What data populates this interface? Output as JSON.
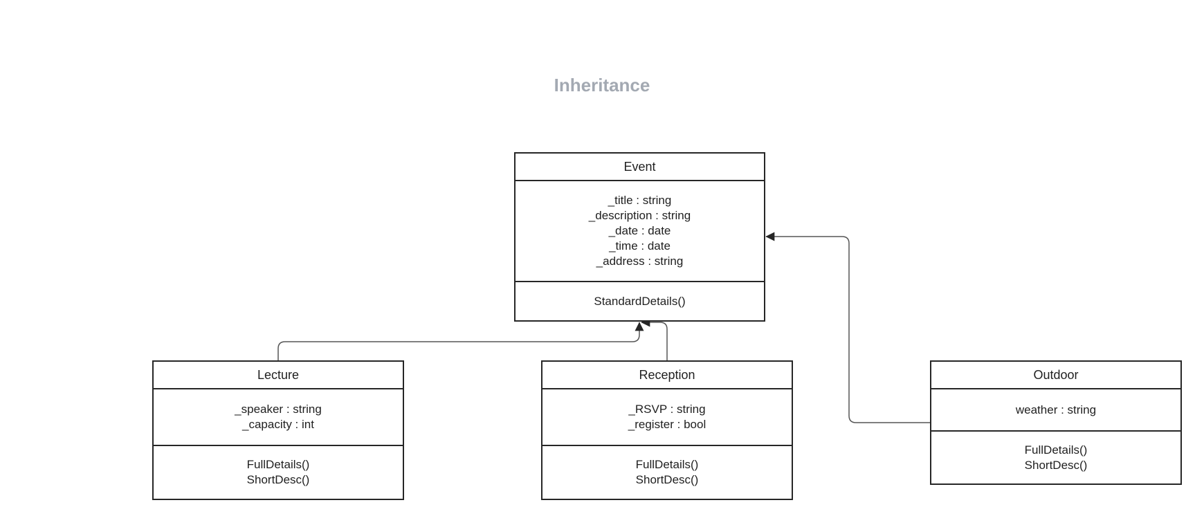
{
  "diagram": {
    "title": "Inheritance",
    "classes": {
      "event": {
        "name": "Event",
        "attributes": [
          "_title : string",
          "_description : string",
          "_date : date",
          "_time : date",
          "_address : string"
        ],
        "methods": [
          "StandardDetails()"
        ]
      },
      "lecture": {
        "name": "Lecture",
        "attributes": [
          "_speaker : string",
          "_capacity : int"
        ],
        "methods": [
          "FullDetails()",
          "ShortDesc()"
        ]
      },
      "reception": {
        "name": "Reception",
        "attributes": [
          "_RSVP : string",
          "_register : bool"
        ],
        "methods": [
          "FullDetails()",
          "ShortDesc()"
        ]
      },
      "outdoor": {
        "name": "Outdoor",
        "attributes": [
          "weather : string"
        ],
        "methods": [
          "FullDetails()",
          "ShortDesc()"
        ]
      }
    },
    "colors": {
      "title": "#a3a9b2",
      "border": "#262626",
      "connector": "#555555"
    }
  }
}
